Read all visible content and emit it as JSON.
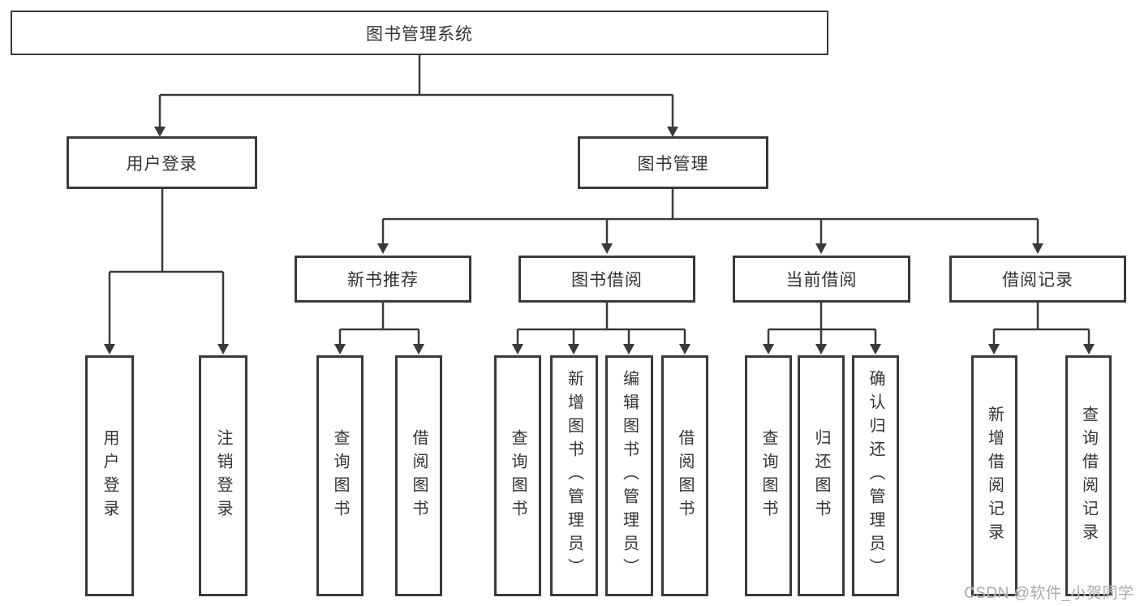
{
  "diagram": {
    "root": {
      "label": "图书管理系统"
    },
    "branches": [
      {
        "label": "用户登录",
        "children": [
          {
            "label": "用户登录"
          },
          {
            "label": "注销登录"
          }
        ]
      },
      {
        "label": "图书管理",
        "children": [
          {
            "label": "新书推荐",
            "children": [
              {
                "label": "查询图书"
              },
              {
                "label": "借阅图书"
              }
            ]
          },
          {
            "label": "图书借阅",
            "children": [
              {
                "label": "查询图书"
              },
              {
                "label": "新增图书（管理员）"
              },
              {
                "label": "编辑图书（管理员）"
              },
              {
                "label": "借阅图书"
              }
            ]
          },
          {
            "label": "当前借阅",
            "children": [
              {
                "label": "查询图书"
              },
              {
                "label": "归还图书"
              },
              {
                "label": "确认归还（管理员）"
              }
            ]
          },
          {
            "label": "借阅记录",
            "children": [
              {
                "label": "新增借阅记录"
              },
              {
                "label": "查询借阅记录"
              }
            ]
          }
        ]
      }
    ]
  },
  "watermark": {
    "text": "CSDN @软件_小贺同学"
  },
  "colors": {
    "background": "#ffffff",
    "line": "#3a3a3a",
    "box_border": "#3a3a3a",
    "text": "#333333",
    "watermark": "#a8a8a8"
  }
}
